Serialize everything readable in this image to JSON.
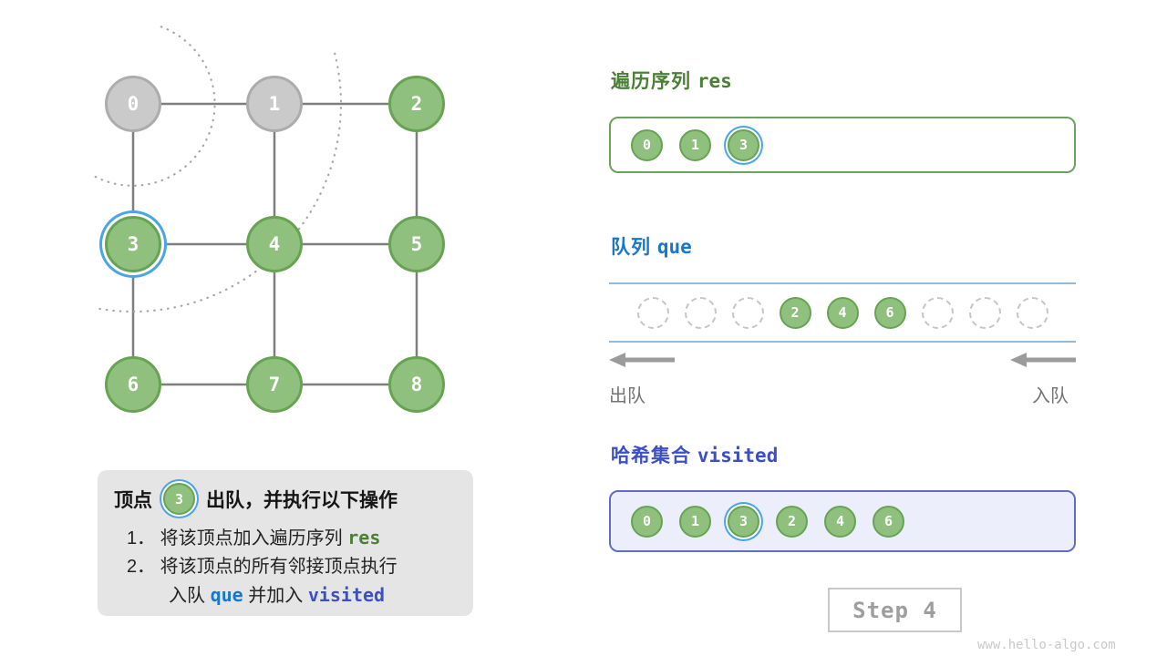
{
  "graph": {
    "nodes": [
      {
        "label": "0",
        "state": "visited"
      },
      {
        "label": "1",
        "state": "visited"
      },
      {
        "label": "2",
        "state": "default"
      },
      {
        "label": "3",
        "state": "current"
      },
      {
        "label": "4",
        "state": "default"
      },
      {
        "label": "5",
        "state": "default"
      },
      {
        "label": "6",
        "state": "default"
      },
      {
        "label": "7",
        "state": "default"
      },
      {
        "label": "8",
        "state": "default"
      }
    ],
    "edges": [
      [
        0,
        1
      ],
      [
        1,
        2
      ],
      [
        3,
        4
      ],
      [
        4,
        5
      ],
      [
        6,
        7
      ],
      [
        7,
        8
      ],
      [
        0,
        3
      ],
      [
        3,
        6
      ],
      [
        1,
        4
      ],
      [
        4,
        7
      ],
      [
        2,
        5
      ],
      [
        5,
        8
      ]
    ]
  },
  "res_panel": {
    "title_zh": "遍历序列",
    "title_code": "res",
    "items": [
      {
        "label": "0",
        "highlighted": false
      },
      {
        "label": "1",
        "highlighted": false
      },
      {
        "label": "3",
        "highlighted": true
      }
    ]
  },
  "queue_panel": {
    "title_zh": "队列",
    "title_code": "que",
    "slots": [
      {
        "label": "",
        "filled": false
      },
      {
        "label": "",
        "filled": false
      },
      {
        "label": "",
        "filled": false
      },
      {
        "label": "2",
        "filled": true
      },
      {
        "label": "4",
        "filled": true
      },
      {
        "label": "6",
        "filled": true
      },
      {
        "label": "",
        "filled": false
      },
      {
        "label": "",
        "filled": false
      },
      {
        "label": "",
        "filled": false
      }
    ],
    "dequeue_label": "出队",
    "enqueue_label": "入队"
  },
  "visited_panel": {
    "title_zh": "哈希集合",
    "title_code": "visited",
    "items": [
      {
        "label": "0",
        "highlighted": false
      },
      {
        "label": "1",
        "highlighted": false
      },
      {
        "label": "3",
        "highlighted": true
      },
      {
        "label": "2",
        "highlighted": false
      },
      {
        "label": "4",
        "highlighted": false
      },
      {
        "label": "6",
        "highlighted": false
      }
    ]
  },
  "info_box": {
    "title_prefix": "顶点",
    "title_node": "3",
    "title_suffix": "出队，并执行以下操作",
    "line1_text": "1． 将该顶点加入遍历序列 ",
    "line1_code": "res",
    "line2_text": "2． 将该顶点的所有邻接顶点执行",
    "line3_pre": "入队 ",
    "line3_code1": "que",
    "line3_mid": " 并加入 ",
    "line3_code2": "visited"
  },
  "step_label": "Step 4",
  "watermark": "www.hello-algo.com",
  "colors": {
    "node_green": "#8FC07E",
    "node_green_border": "#67A352",
    "node_gray": "#CACACA",
    "highlight_blue": "#4AA4E8",
    "title_green": "#4C7F36",
    "title_blue": "#1677CE",
    "title_indigo": "#3D4FC4",
    "info_box_bg": "#E5E5E5"
  }
}
